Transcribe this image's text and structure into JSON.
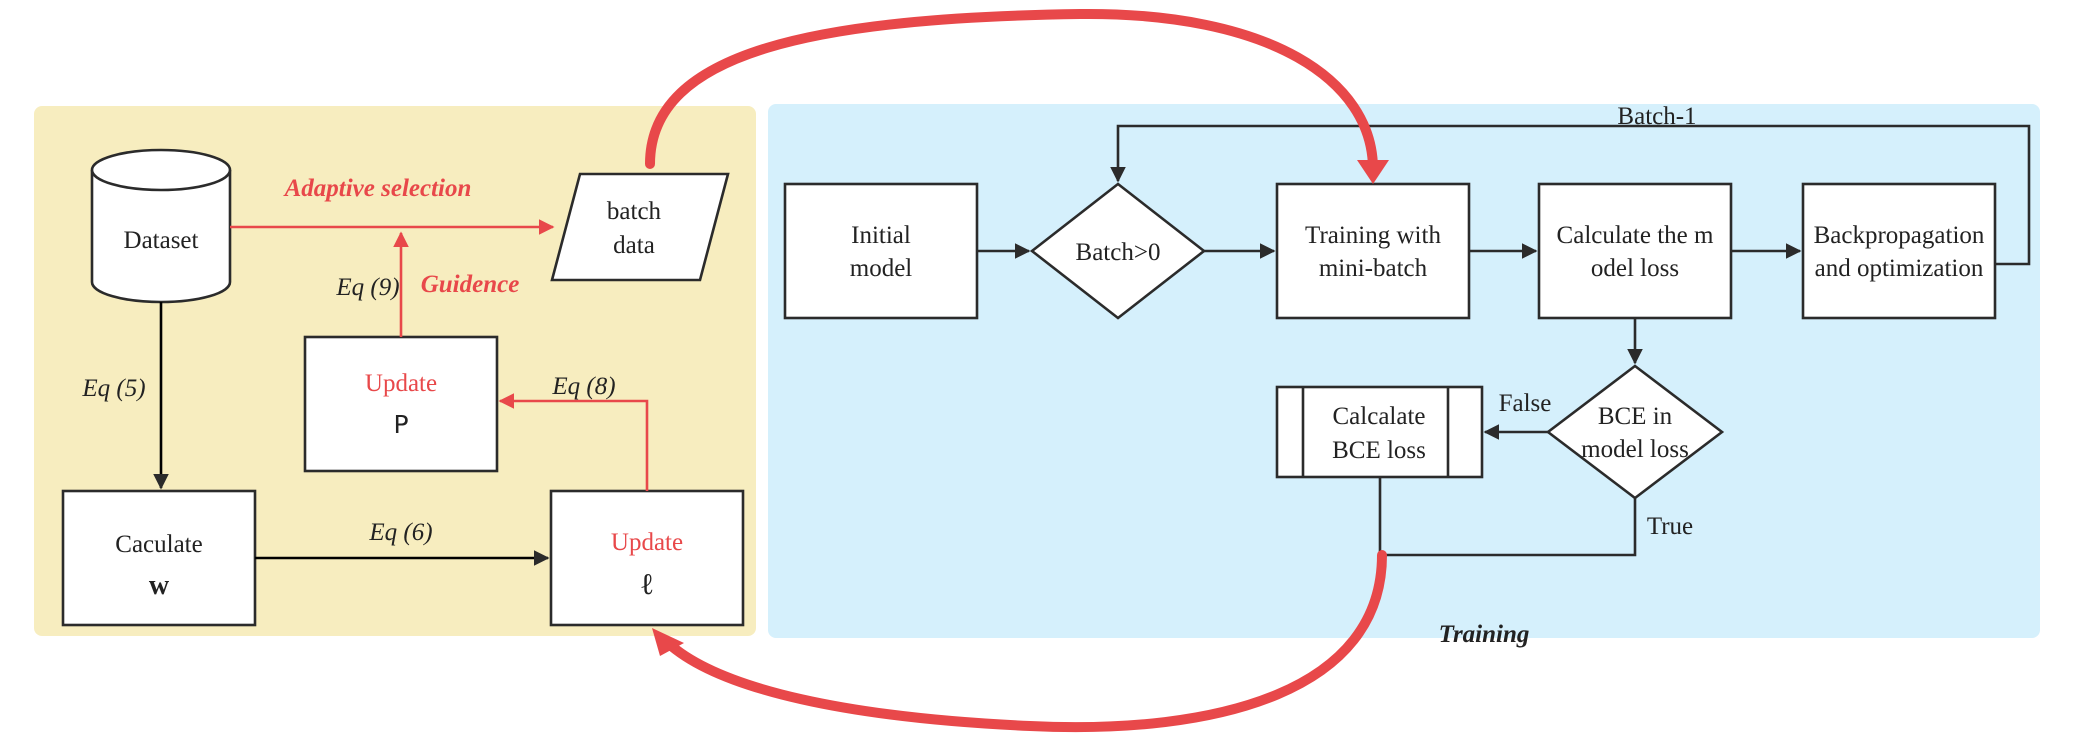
{
  "panels": {
    "right_caption": "Training"
  },
  "nodes": {
    "dataset": "Dataset",
    "batch_data_line1": "batch",
    "batch_data_line2": "data",
    "update_p_line1": "Update",
    "update_p_line2": "P",
    "caculate_w_line1": "Caculate",
    "caculate_w_line2": "w",
    "update_l_line1": "Update",
    "update_l_line2": "ℓ",
    "initial_model_line1": "Initial",
    "initial_model_line2": "model",
    "batch_decision": "Batch>0",
    "training_line1": "Training with",
    "training_line2": "mini-batch",
    "calc_loss_line1": "Calculate the m",
    "calc_loss_line2": "odel loss",
    "backprop_line1": "Backpropagation",
    "backprop_line2": "and optimization",
    "bce_decision_line1": "BCE in",
    "bce_decision_line2": "model loss",
    "bce_loss_line1": "Calcalate",
    "bce_loss_line2": "BCE loss"
  },
  "edge_labels": {
    "adaptive_selection": "Adaptive selection",
    "guidence": "Guidence",
    "eq9": "Eq (9)",
    "eq8": "Eq (8)",
    "eq5": "Eq (5)",
    "eq6": "Eq (6)",
    "batch_minus_1": "Batch-1",
    "false": "False",
    "true": "True"
  },
  "colors": {
    "left_panel": "#f7edbf",
    "right_panel": "#d5f0fc",
    "accent_red": "#e8484a",
    "stroke": "#2b2b2b"
  }
}
